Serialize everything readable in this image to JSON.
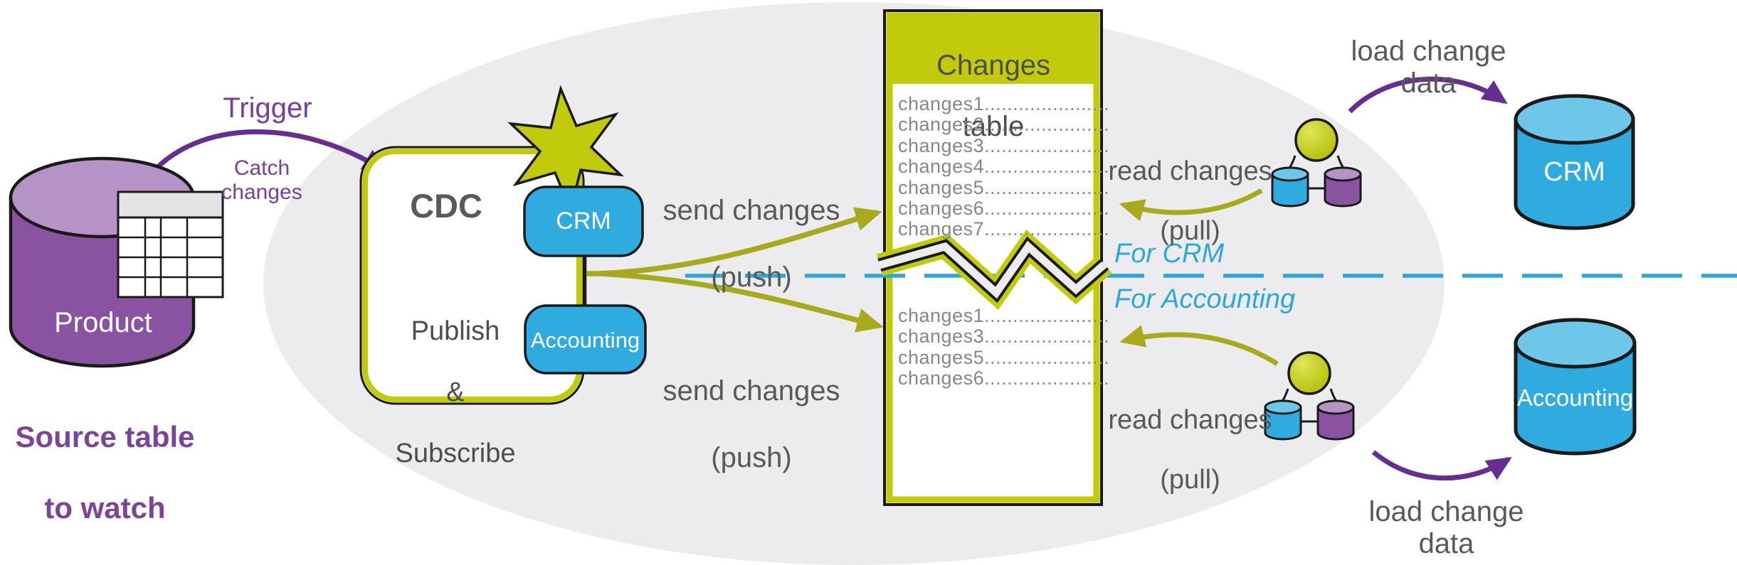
{
  "diagram": {
    "source": {
      "db_label": "Product",
      "caption_line1": "Source table",
      "caption_line2": "to watch"
    },
    "trigger": {
      "label": "Trigger",
      "sublabel": "Catch changes"
    },
    "cdc_box": {
      "title": "CDC",
      "line1": "Publish",
      "line2": "&",
      "line3": "Subscribe",
      "crm_pill": "CRM",
      "accounting_pill": "Accounting"
    },
    "flows": {
      "send_changes_line1": "send changes",
      "send_changes_line2": "(push)",
      "read_changes_line1": "read changes",
      "read_changes_line2": "(pull)",
      "load_change_data": "load change data"
    },
    "changes_table": {
      "header_line1": "Changes",
      "header_line2": "table",
      "top_rows": [
        "changes1......................",
        "changes2......................",
        "changes3......................",
        "changes4......................",
        "changes5......................",
        "changes6......................",
        "changes7......................"
      ],
      "bottom_rows": [
        "changes1......................",
        "changes3......................",
        "changes5......................",
        "changes6......................"
      ]
    },
    "lanes": {
      "for_crm": "For CRM",
      "for_accounting": "For Accounting"
    },
    "targets": {
      "crm_db": "CRM",
      "accounting_db": "Accounting"
    },
    "colors": {
      "accent_green": "#c1cb0c",
      "olive_arrow": "#a8aa1e",
      "blue": "#2fabdf",
      "blue_light": "#6ec7e9",
      "purple_arrow": "#672e92",
      "purple_text": "#7b3e98",
      "purple_db": "#8a53a1",
      "purple_db_light": "#b593c6",
      "gray_text": "#58595b",
      "row_text": "#85878a",
      "lane_blue": "#2da7db",
      "ellipse_gray": "#ececee"
    }
  }
}
